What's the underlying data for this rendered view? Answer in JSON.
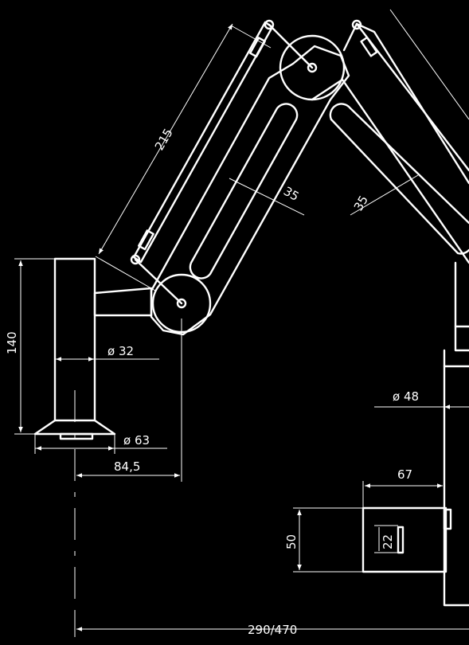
{
  "drawing": {
    "dimensions": {
      "arm_length_label": "215",
      "arm_width_left_label": "35",
      "arm_width_right_label": "35",
      "column_height_label": "140",
      "column_diameter_label": "ø 32",
      "base_diameter_label": "ø 63",
      "offset_label": "84,5",
      "right_column_diameter_label": "ø 48",
      "bracket_width_label": "67",
      "bracket_height_label": "50",
      "slot_height_label": "22",
      "reach_label": "290/470"
    }
  }
}
